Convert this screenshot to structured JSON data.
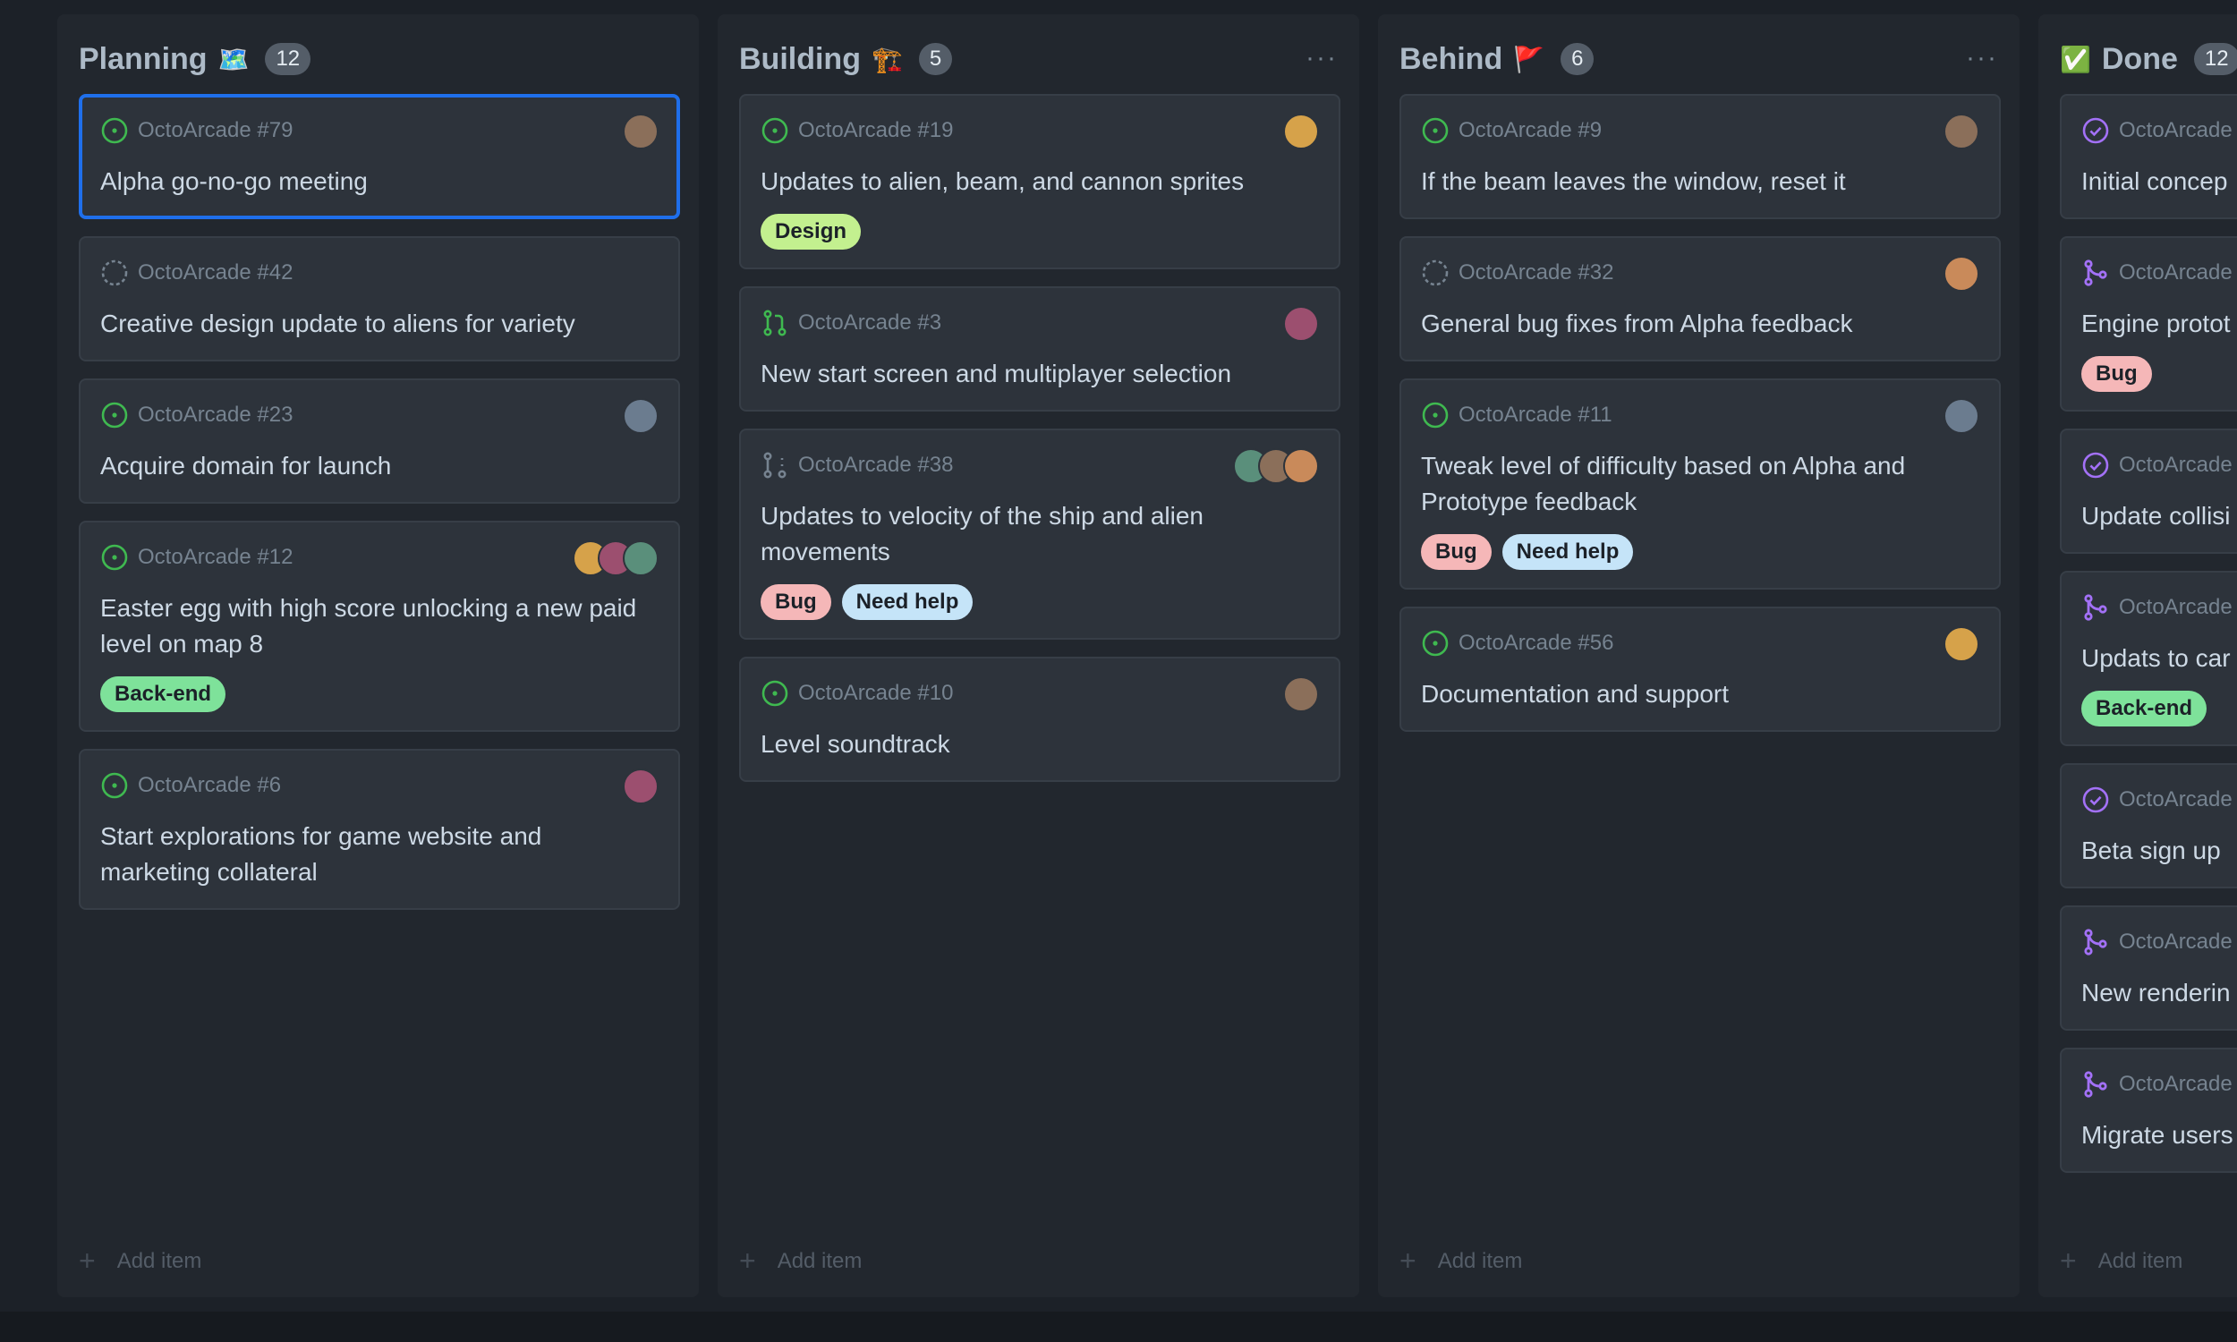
{
  "add_item_label": "Add item",
  "colors": {
    "open": "#3fb950",
    "draft": "#768390",
    "done": "#a371f7",
    "selected_border": "#1f6feb",
    "Design": "#c3f08f",
    "Bug": "#f5b7b8",
    "Need help": "#c5e4f8",
    "Back-end": "#7ee29a"
  },
  "columns": [
    {
      "title": "Planning",
      "emoji": "🗺️",
      "count": "12",
      "cards": [
        {
          "ref": "OctoArcade #79",
          "title": "Alpha go-no-go meeting",
          "icon": "issue-open-icon",
          "selected": true,
          "avatars": 1,
          "labels": []
        },
        {
          "ref": "OctoArcade #42",
          "title": "Creative design update to aliens for variety",
          "icon": "issue-draft-icon",
          "avatars": 0,
          "labels": []
        },
        {
          "ref": "OctoArcade #23",
          "title": "Acquire domain for launch",
          "icon": "issue-open-icon",
          "avatars": 1,
          "labels": []
        },
        {
          "ref": "OctoArcade #12",
          "title": "Easter egg with high score unlocking a new paid level on map 8",
          "icon": "issue-open-icon",
          "avatars": 3,
          "labels": [
            "Back-end"
          ]
        },
        {
          "ref": "OctoArcade #6",
          "title": "Start explorations for game website and marketing collateral",
          "icon": "issue-open-icon",
          "avatars": 1,
          "labels": []
        }
      ]
    },
    {
      "title": "Building",
      "emoji": "🏗️",
      "count": "5",
      "more": "···",
      "cards": [
        {
          "ref": "OctoArcade #19",
          "title": "Updates to alien, beam, and cannon sprites",
          "icon": "issue-open-icon",
          "avatars": 1,
          "labels": [
            "Design"
          ]
        },
        {
          "ref": "OctoArcade #3",
          "title": "New start screen and multiplayer selection",
          "icon": "pr-open-icon",
          "avatars": 1,
          "labels": []
        },
        {
          "ref": "OctoArcade #38",
          "title": "Updates to velocity of the ship and alien movements",
          "icon": "pr-draft-icon",
          "avatars": 3,
          "labels": [
            "Bug",
            "Need help"
          ]
        },
        {
          "ref": "OctoArcade #10",
          "title": "Level soundtrack",
          "icon": "issue-open-icon",
          "avatars": 1,
          "labels": []
        }
      ]
    },
    {
      "title": "Behind",
      "emoji": "🚩",
      "count": "6",
      "more": "···",
      "cards": [
        {
          "ref": "OctoArcade #9",
          "title": "If the beam leaves the window, reset it",
          "icon": "issue-open-icon",
          "avatars": 1,
          "labels": []
        },
        {
          "ref": "OctoArcade #32",
          "title": "General bug fixes from Alpha feedback",
          "icon": "issue-draft-icon",
          "avatars": 1,
          "labels": []
        },
        {
          "ref": "OctoArcade #11",
          "title": "Tweak level of difficulty based on Alpha and Prototype feedback",
          "icon": "issue-open-icon",
          "avatars": 1,
          "labels": [
            "Bug",
            "Need help"
          ]
        },
        {
          "ref": "OctoArcade #56",
          "title": "Documentation and support",
          "icon": "issue-open-icon",
          "avatars": 1,
          "labels": []
        }
      ]
    },
    {
      "title": "Done",
      "emoji": "✅",
      "count": "12",
      "cards": [
        {
          "ref": "OctoArcade",
          "title": "Initial concep",
          "icon": "issue-closed-icon",
          "avatars": 0,
          "labels": []
        },
        {
          "ref": "OctoArcade",
          "title": "Engine protot",
          "icon": "pr-merged-icon",
          "avatars": 0,
          "labels": [
            "Bug"
          ]
        },
        {
          "ref": "OctoArcade",
          "title": "Update collisi",
          "icon": "issue-closed-icon",
          "avatars": 0,
          "labels": []
        },
        {
          "ref": "OctoArcade",
          "title": "Updats to car",
          "icon": "pr-merged-icon",
          "avatars": 0,
          "labels": [
            "Back-end"
          ]
        },
        {
          "ref": "OctoArcade",
          "title": "Beta sign up",
          "icon": "issue-closed-icon",
          "avatars": 0,
          "labels": []
        },
        {
          "ref": "OctoArcade",
          "title": "New renderin",
          "icon": "pr-merged-icon",
          "avatars": 0,
          "labels": []
        },
        {
          "ref": "OctoArcade",
          "title": "Migrate users settings",
          "icon": "pr-merged-icon",
          "avatars": 0,
          "labels": []
        }
      ]
    }
  ]
}
